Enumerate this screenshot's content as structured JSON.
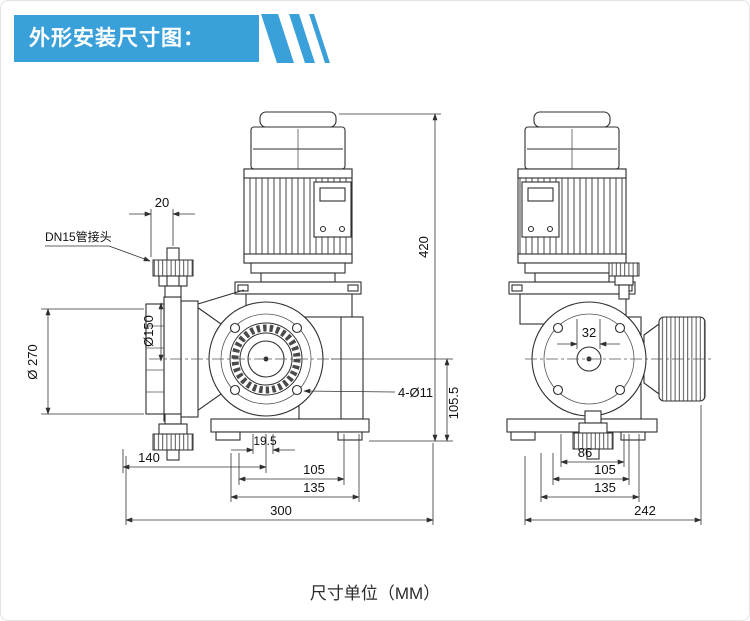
{
  "header": {
    "title": "外形安装尺寸图：",
    "accent_color": "#3aa0d9"
  },
  "footer": {
    "caption": "尺寸单位（MM）"
  },
  "views": {
    "left": {
      "name": "front-view",
      "dims": {
        "valve_offset": "20",
        "connector_label": "DN15管接头",
        "head_diameter": "Ø 270",
        "diaphragm_diameter": "Ø150",
        "total_height": "420",
        "bolt_holes": "4-Ø11",
        "center_height": "105.5",
        "foot_offset": "19.5",
        "head_to_center": "140",
        "mount_span_inner": "105",
        "mount_span_outer": "135",
        "total_length": "300"
      }
    },
    "right": {
      "name": "side-view",
      "dims": {
        "port_offset": "32",
        "valve_span": "86",
        "mount_span_inner": "105",
        "mount_span_outer": "135",
        "total_depth": "242"
      }
    }
  }
}
